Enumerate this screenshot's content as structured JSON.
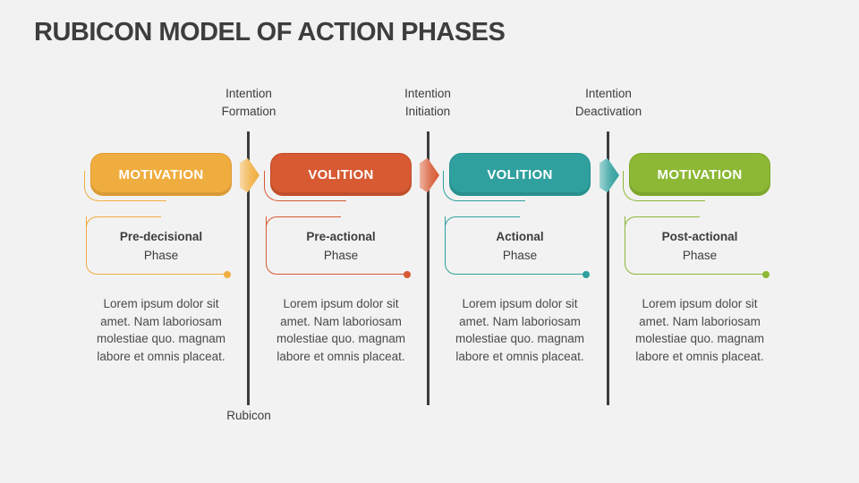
{
  "title": "RUBICON MODEL OF ACTION PHASES",
  "rubicon_label": "Rubicon",
  "background_color": "#F2F2F2",
  "line_color": "#3D3D3D",
  "markers": [
    {
      "label_line1": "Intention",
      "label_line2": "Formation",
      "icon": "chevron-right",
      "chevron_color": "#F0AD3F"
    },
    {
      "label_line1": "Intention",
      "label_line2": "Initiation",
      "icon": "chevron-right",
      "chevron_color": "#D75A33"
    },
    {
      "label_line1": "Intention",
      "label_line2": "Deactivation",
      "icon": "chevron-right",
      "chevron_color": "#2FA09E"
    }
  ],
  "columns": [
    {
      "badge": "MOTIVATION",
      "phase_name": "Pre-decisional",
      "phase_word": "Phase",
      "accent": "#F0AD3F",
      "accent_border": "#E19A2E",
      "desc_lines": [
        "Lorem ipsum dolor sit",
        "amet. Nam laboriosam",
        "molestiae quo. magnam",
        "labore et omnis placeat."
      ]
    },
    {
      "badge": "VOLITION",
      "phase_name": "Pre-actional",
      "phase_word": "Phase",
      "accent": "#D75A33",
      "accent_border": "#C24A24",
      "desc_lines": [
        "Lorem ipsum dolor sit",
        "amet. Nam laboriosam",
        "molestiae quo. magnam",
        "labore et omnis placeat."
      ]
    },
    {
      "badge": "VOLITION",
      "phase_name": "Actional",
      "phase_word": "Phase",
      "accent": "#2FA09E",
      "accent_border": "#21908C",
      "desc_lines": [
        "Lorem ipsum dolor sit",
        "amet. Nam laboriosam",
        "molestiae quo. magnam",
        "labore et omnis placeat."
      ]
    },
    {
      "badge": "MOTIVATION",
      "phase_name": "Post-actional",
      "phase_word": "Phase",
      "accent": "#8DB836",
      "accent_border": "#7BA724",
      "desc_lines": [
        "Lorem ipsum dolor sit",
        "amet. Nam laboriosam",
        "molestiae quo. magnam",
        "labore et omnis placeat."
      ]
    }
  ]
}
